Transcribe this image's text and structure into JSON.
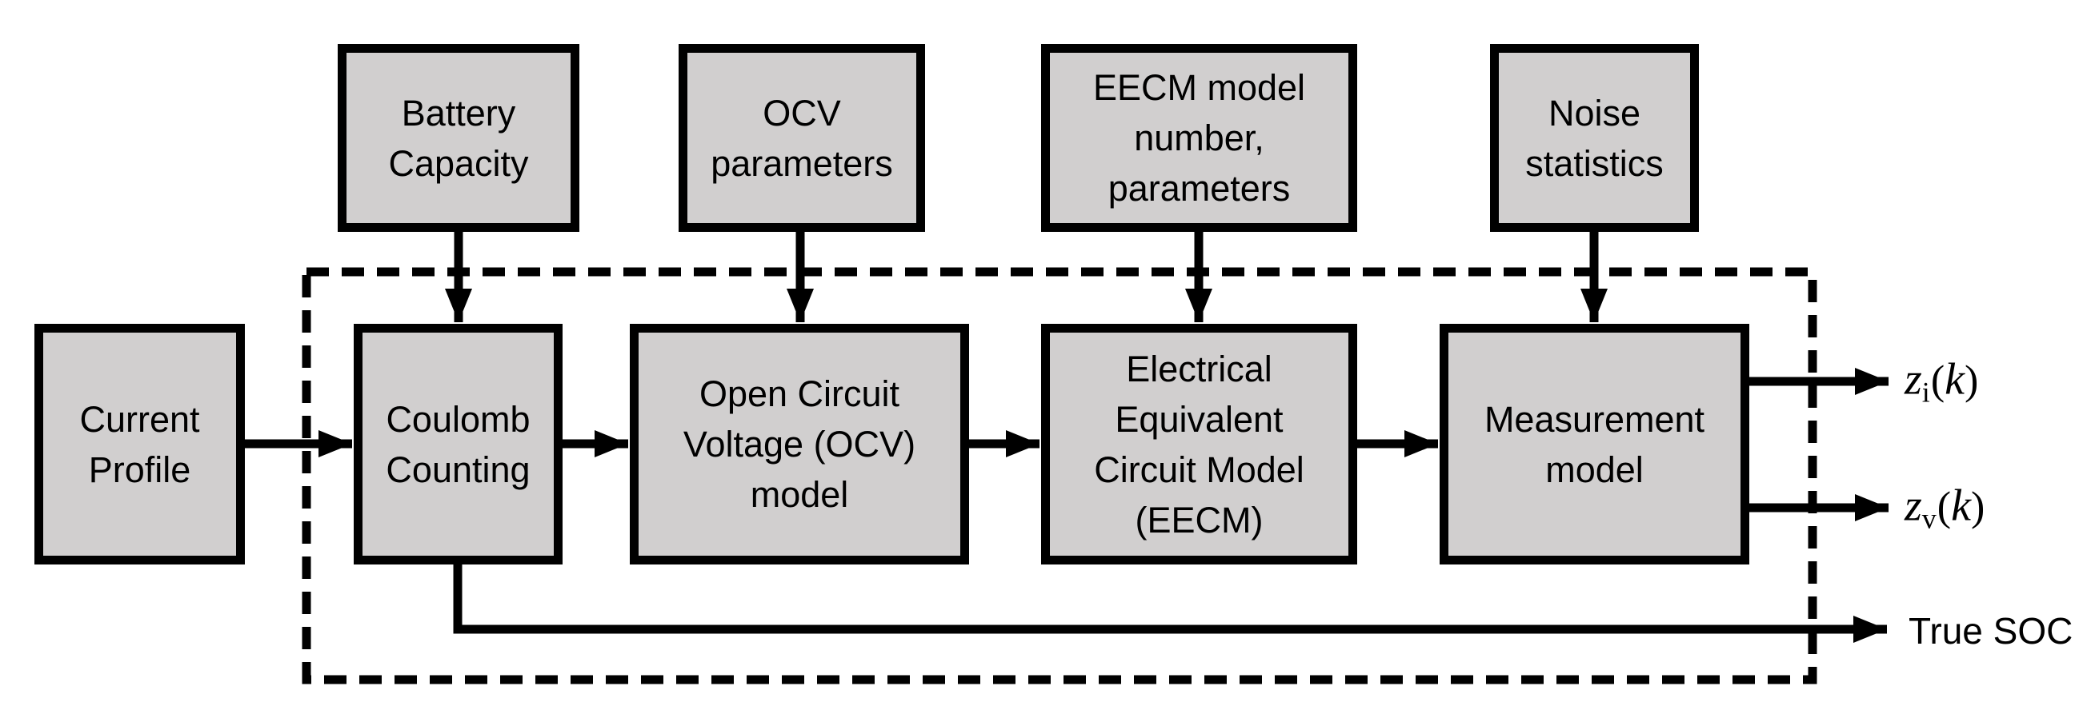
{
  "colors": {
    "background": "#ffffff",
    "box_fill": "#d1cfcf",
    "line": "#000000",
    "text": "#000000"
  },
  "top_row": [
    {
      "id": "battery-capacity",
      "lines": [
        "Battery",
        "Capacity"
      ]
    },
    {
      "id": "ocv-parameters",
      "lines": [
        "OCV",
        "parameters"
      ]
    },
    {
      "id": "eecm-parameters",
      "lines": [
        "EECM model",
        "number,",
        "parameters"
      ]
    },
    {
      "id": "noise-statistics",
      "lines": [
        "Noise",
        "statistics"
      ]
    }
  ],
  "main_row": [
    {
      "id": "current-profile",
      "lines": [
        "Current",
        "Profile"
      ]
    },
    {
      "id": "coulomb-counting",
      "lines": [
        "Coulomb",
        "Counting"
      ]
    },
    {
      "id": "ocv-model",
      "lines": [
        "Open Circuit",
        "Voltage (OCV)",
        "model"
      ]
    },
    {
      "id": "eecm-model",
      "lines": [
        "Electrical",
        "Equivalent",
        "Circuit Model",
        "(EECM)"
      ]
    },
    {
      "id": "measurement-model",
      "lines": [
        "Measurement",
        "model"
      ]
    }
  ],
  "outputs": {
    "zi": {
      "base": "z",
      "sub": "i",
      "open": "(",
      "arg": "k",
      "close": ")"
    },
    "zv": {
      "base": "z",
      "sub": "v",
      "open": "(",
      "arg": "k",
      "close": ")"
    },
    "true_soc": {
      "label": "True SOC"
    }
  }
}
